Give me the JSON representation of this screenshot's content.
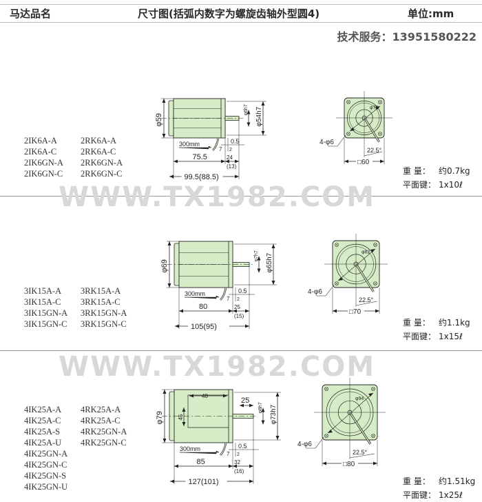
{
  "header": {
    "col_model": "马达品名",
    "col_drawing": "尺寸图(括弧内数字为螺旋齿轴外型圆4)",
    "col_unit": "单位:mm",
    "service": "技术服务：13951580222"
  },
  "watermark": "WWW.TX1982.COM",
  "colors": {
    "motor_fill": "#d6ecc6",
    "line": "#222222",
    "watermark": "#d8d8d8"
  },
  "sections": [
    {
      "models_col1": [
        "2IK6A-A",
        "2IK6A-C",
        "2IK6GN-A",
        "2IK6GN-C"
      ],
      "models_col2": [
        "2RK6A-A",
        "2RK6A-C",
        "2RK6GN-A",
        "2RK6GN-C"
      ],
      "dims": {
        "body_dia": "φ59",
        "flange": "φ54h7",
        "shaft": "φ6h7",
        "cable": "300mm",
        "gap": "0.5",
        "d7": "7",
        "d2": "2",
        "body_len": "75.5",
        "shaft_len": "24",
        "shaft_len_gear": "(13)",
        "total": "99.5(88.5)",
        "holes": "4-φ6",
        "angle": "22.5°",
        "square": "□60",
        "pcd": "φ70"
      },
      "weight_label": "重 量：",
      "weight": "约0.7kg",
      "key_label": "平面键：",
      "key": "1x10ℓ"
    },
    {
      "models_col1": [
        "3IK15A-A",
        "3IK15A-C",
        "3IK15GN-A",
        "3IK15GN-C"
      ],
      "models_col2": [
        "3RK15A-A",
        "3RK15A-C",
        "3RK15GN-A",
        "3RK15GN-C"
      ],
      "dims": {
        "body_dia": "φ69",
        "flange": "φ65h7",
        "shaft": "φ7h7",
        "cable": "300mm",
        "gap": "0.5",
        "d7": "7",
        "d2": "2",
        "body_len": "80",
        "shaft_len": "25",
        "shaft_len_gear": "(15)",
        "total": "105(95)",
        "holes": "4-φ6",
        "angle": "22.5°",
        "square": "□70",
        "pcd": "φ82"
      },
      "weight_label": "重 量：",
      "weight": "约1.1kg",
      "key_label": "平面键：",
      "key": "1x15ℓ"
    },
    {
      "models_col1": [
        "4IK25A-A",
        "4IK25A-C",
        "4IK25A-S",
        "4IK25A-U",
        "4IK25GN-A",
        "4IK25GN-C",
        "4IK25GN-S",
        "4IK25GN-U"
      ],
      "models_col2": [
        "4RK25A-A",
        "4RK25A-C",
        "4RK25GN-A",
        "4RK25GN-C"
      ],
      "dims": {
        "body_dia": "φ79",
        "flange": "φ73h7",
        "shaft": "φ8h7",
        "cable": "300mm",
        "gap": "0.5",
        "d7": "7",
        "d2": "2",
        "body_len": "85",
        "shaft_len": "32",
        "shaft_len_gear": "(16)",
        "total": "127(101)",
        "holes": "4-φ6",
        "angle": "22.5°",
        "square": "□80",
        "pcd": "φ94",
        "box_w": "48",
        "box_h": "45",
        "key_len": "25"
      },
      "weight_label": "重 量：",
      "weight": "约1.51kg",
      "key_label": "平面键：",
      "key": "1x25ℓ"
    }
  ]
}
